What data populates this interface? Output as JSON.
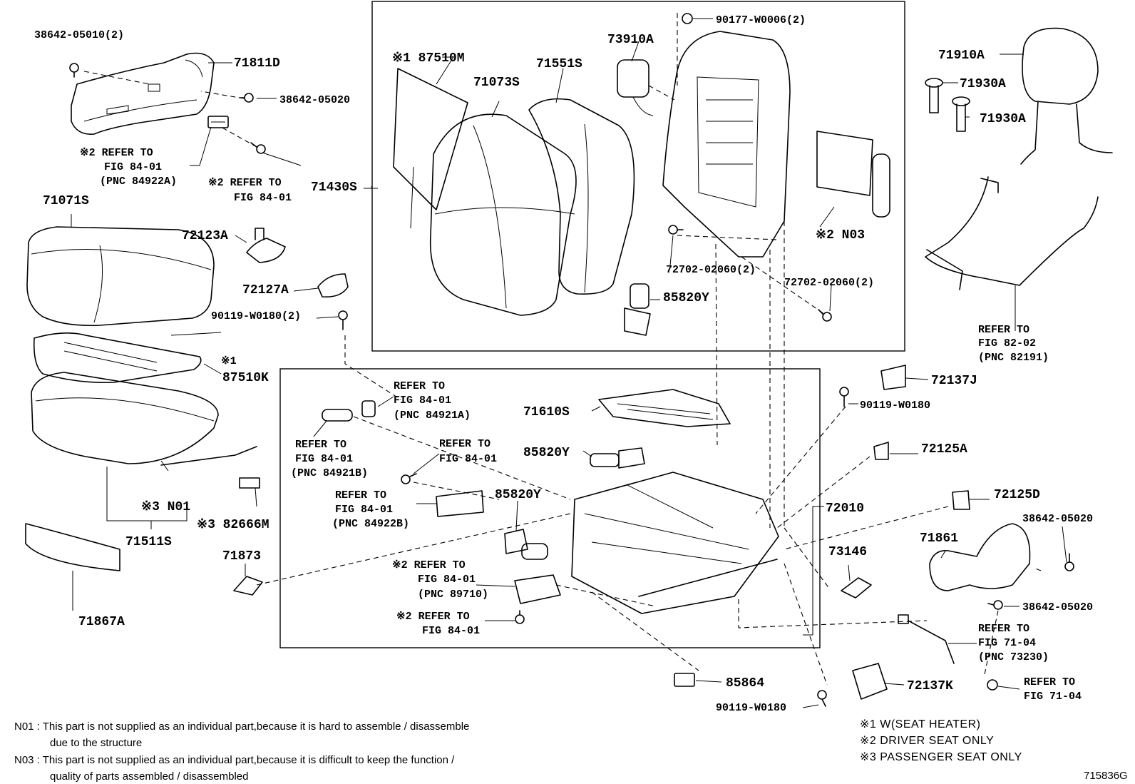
{
  "labels": {
    "l_38642_05010": "38642-05010(2)",
    "l_71811D": "71811D",
    "l_38642_05020a": "38642-05020",
    "l_ref_84922A_1": "※2 REFER TO",
    "l_ref_84922A_2": "FIG 84-01",
    "l_ref_84922A_3": "(PNC 84922A)",
    "l_ref_8401a_1": "※2 REFER TO",
    "l_ref_8401a_2": "FIG 84-01",
    "l_71071S": "71071S",
    "l_72123A": "72123A",
    "l_72127A": "72127A",
    "l_90119_W0180_2": "90119-W0180(2)",
    "l_87510K_mark": "※1",
    "l_87510K": "87510K",
    "l_N01": "※3 N01",
    "l_71511S": "71511S",
    "l_82666M": "※3 82666M",
    "l_71873": "71873",
    "l_71867A": "71867A",
    "l_87510M": "※1 87510M",
    "l_71073S": "71073S",
    "l_71551S": "71551S",
    "l_73910A": "73910A",
    "l_90177_W0006": "90177-W0006(2)",
    "l_71430S": "71430S",
    "l_N03": "※2 N03",
    "l_72702_02060a": "72702-02060(2)",
    "l_72702_02060b": "72702-02060(2)",
    "l_85820Y_a": "85820Y",
    "l_71910A": "71910A",
    "l_71930A_a": "71930A",
    "l_71930A_b": "71930A",
    "l_ref_82191_1": "REFER TO",
    "l_ref_82191_2": "FIG 82-02",
    "l_ref_82191_3": "(PNC 82191)",
    "l_ref_84921A_1": "REFER TO",
    "l_ref_84921A_2": "FIG 84-01",
    "l_ref_84921A_3": "(PNC 84921A)",
    "l_71610S": "71610S",
    "l_ref_84921B_1": "REFER TO",
    "l_ref_84921B_2": "FIG 84-01",
    "l_ref_84921B_3": "(PNC 84921B)",
    "l_ref_8401b_1": "REFER TO",
    "l_ref_8401b_2": "FIG 84-01",
    "l_85820Y_b": "85820Y",
    "l_ref_84922B_1": "REFER TO",
    "l_ref_84922B_2": "FIG 84-01",
    "l_ref_84922B_3": "(PNC 84922B)",
    "l_85820Y_c": "85820Y",
    "l_72010": "72010",
    "l_ref_89710_1": "※2 REFER TO",
    "l_ref_89710_2": "FIG 84-01",
    "l_ref_89710_3": "(PNC 89710)",
    "l_ref_8401c_1": "※2 REFER TO",
    "l_ref_8401c_2": "FIG 84-01",
    "l_72137J": "72137J",
    "l_90119_W0180a": "90119-W0180",
    "l_72125A": "72125A",
    "l_72125D": "72125D",
    "l_38642_05020b": "38642-05020",
    "l_71861": "71861",
    "l_73146": "73146",
    "l_38642_05020c": "38642-05020",
    "l_ref_73230_1": "REFER TO",
    "l_ref_73230_2": "FIG 71-04",
    "l_ref_73230_3": "(PNC 73230)",
    "l_85864": "85864",
    "l_72137K": "72137K",
    "l_ref_7104_1": "REFER TO",
    "l_ref_7104_2": "FIG 71-04",
    "l_90119_W0180b": "90119-W0180"
  },
  "notes": {
    "n01_line1": "N01 : This part is not supplied as an individual part,because it is hard to assemble / disassemble",
    "n01_line2": "due to the structure",
    "n03_line1": "N03 : This part is not supplied as an individual part,because it is difficult to keep the function /",
    "n03_line2": "quality of parts assembled / disassembled"
  },
  "legend": {
    "mark1": "※1  W(SEAT  HEATER)",
    "mark2": "※2  DRIVER  SEAT  ONLY",
    "mark3": "※3  PASSENGER  SEAT  ONLY"
  },
  "figure_code": "715836G"
}
